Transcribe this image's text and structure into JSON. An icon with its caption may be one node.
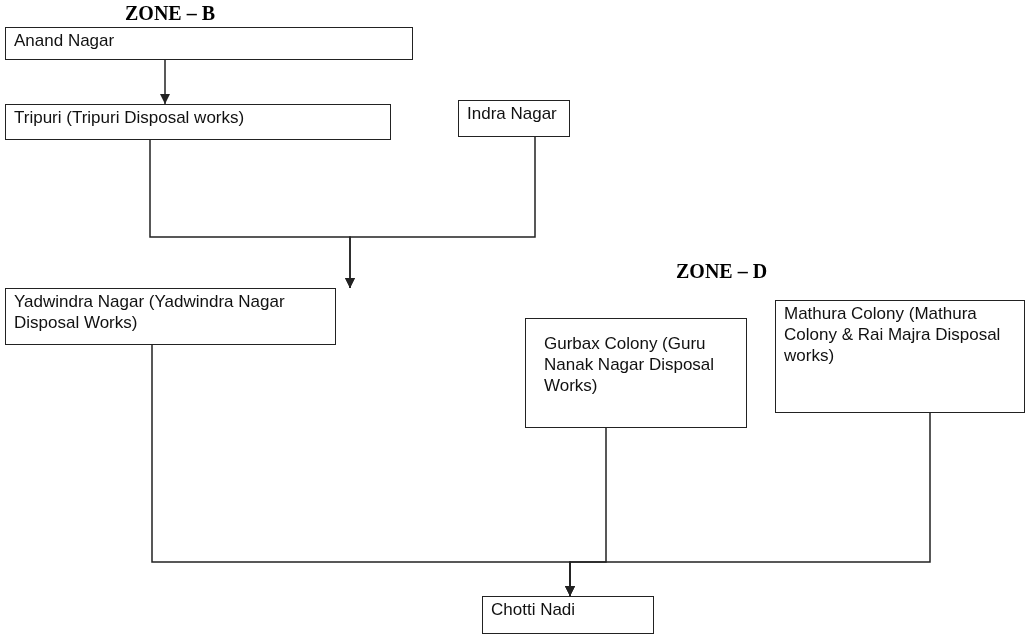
{
  "diagram": {
    "nodes": [
      {
        "text": [
          "Anand Nagar"
        ]
      },
      {
        "text": [
          "Tripuri (Tripuri Disposal works)"
        ]
      },
      {
        "text": [
          "Indra Nagar"
        ]
      },
      {
        "text": [
          "Yadwindra Nagar (Yadwindra Nagar Disposal Works)"
        ]
      },
      {
        "text": [
          "Gurbax Colony (Guru Nanak Nagar Disposal Works)"
        ]
      },
      {
        "text": [
          "Mathura Colony (Mathura Colony & Rai Majra Disposal works)"
        ]
      },
      {
        "text": [
          "Chotti Nadi"
        ]
      }
    ],
    "edges": [
      {
        "from": 0,
        "to": 1,
        "arrow": "to"
      },
      {
        "from": 1,
        "to": 3,
        "arrow": "to"
      },
      {
        "from": 2,
        "to": 3,
        "arrow": "to"
      },
      {
        "from": 3,
        "to": 6,
        "arrow": "to"
      },
      {
        "from": 4,
        "to": 6,
        "arrow": "to"
      },
      {
        "from": 5,
        "to": 6,
        "arrow": "to"
      }
    ],
    "labels": [
      "ZONE – B",
      "ZONE – D"
    ]
  }
}
